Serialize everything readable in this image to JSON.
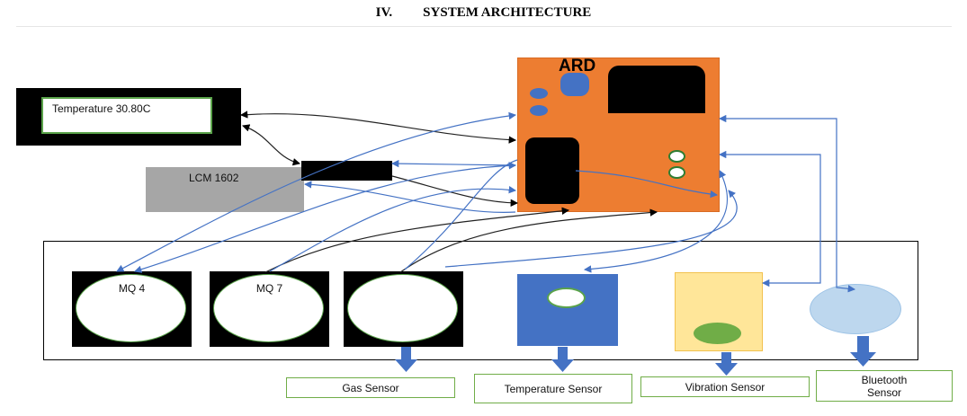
{
  "heading": {
    "number": "IV.",
    "title": "SYSTEM ARCHITECTURE"
  },
  "display": {
    "text": "Temperature 30.80C"
  },
  "lcm": {
    "label": "LCM 1602"
  },
  "arduino": {
    "label": "ARD"
  },
  "sensors": {
    "mq4": "MQ 4",
    "mq7": "MQ 7"
  },
  "captions": {
    "gas": "Gas Sensor",
    "temperature": "Temperature Sensor",
    "vibration": "Vibration Sensor",
    "bluetooth": "Bluetooth Sensor"
  },
  "colors": {
    "arduino": "#ed7d31",
    "blue_wire": "#4472c4",
    "black_wire": "#000000",
    "caption_border": "#70ad47",
    "temp_sensor": "#4472c4",
    "vibration_sensor": "#ffe699",
    "bluetooth_sensor": "#bdd7ee"
  }
}
